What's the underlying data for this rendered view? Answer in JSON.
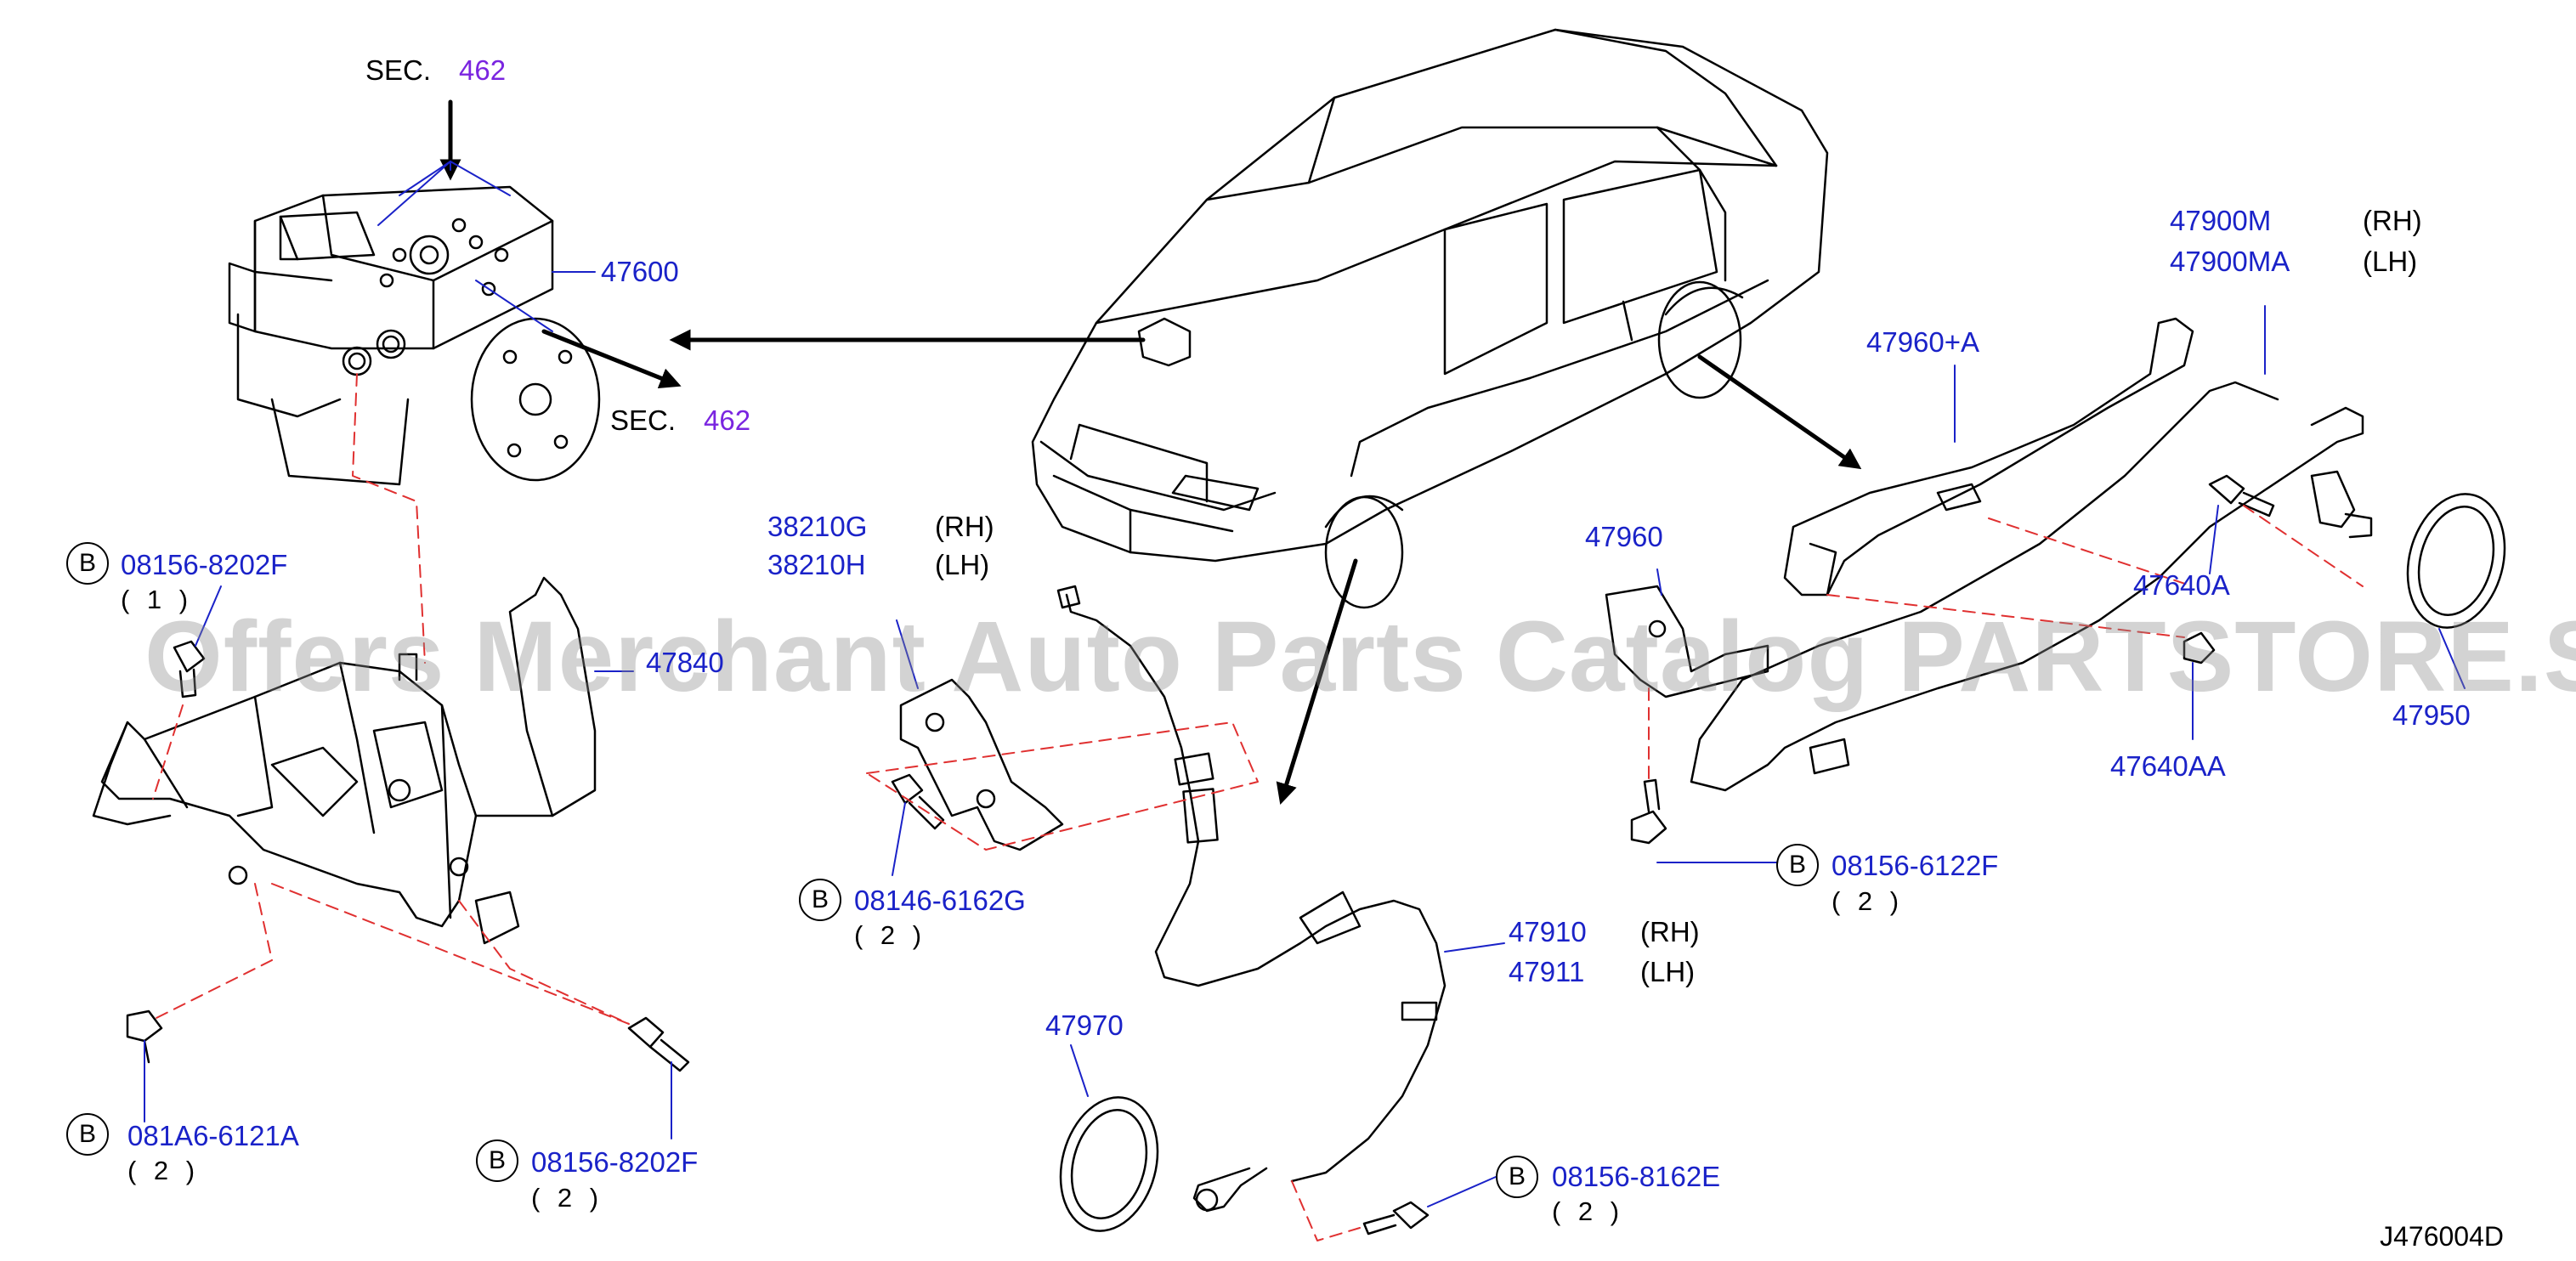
{
  "watermark": "Offers Merchant Auto Parts Catalog PARTSTORE.SA",
  "diagram_code": "J476004D",
  "sec_refs": [
    {
      "prefix": "SEC.",
      "number": "462"
    },
    {
      "prefix": "SEC.",
      "number": "462"
    }
  ],
  "parts": {
    "p47600": "47600",
    "p47840": "47840",
    "p38210g": "38210G",
    "p38210g_side": "(RH)",
    "p38210h": "38210H",
    "p38210h_side": "(LH)",
    "p47960a": "47960+A",
    "p47960": "47960",
    "p47900m": "47900M",
    "p47900m_side": "(RH)",
    "p47900ma": "47900MA",
    "p47900ma_side": "(LH)",
    "p47640a": "47640A",
    "p47640aa": "47640AA",
    "p47950": "47950",
    "p47910": "47910",
    "p47910_side": "(RH)",
    "p47911": "47911",
    "p47911_side": "(LH)",
    "p47970": "47970"
  },
  "bolts": [
    {
      "badge": "B",
      "part": "08156-8202F",
      "qty": "( 1 )"
    },
    {
      "badge": "B",
      "part": "081A6-6121A",
      "qty": "( 2 )"
    },
    {
      "badge": "B",
      "part": "08156-8202F",
      "qty": "( 2 )"
    },
    {
      "badge": "B",
      "part": "08146-6162G",
      "qty": "( 2 )"
    },
    {
      "badge": "B",
      "part": "08156-6122F",
      "qty": "( 2 )"
    },
    {
      "badge": "B",
      "part": "08156-8162E",
      "qty": "( 2 )"
    }
  ]
}
